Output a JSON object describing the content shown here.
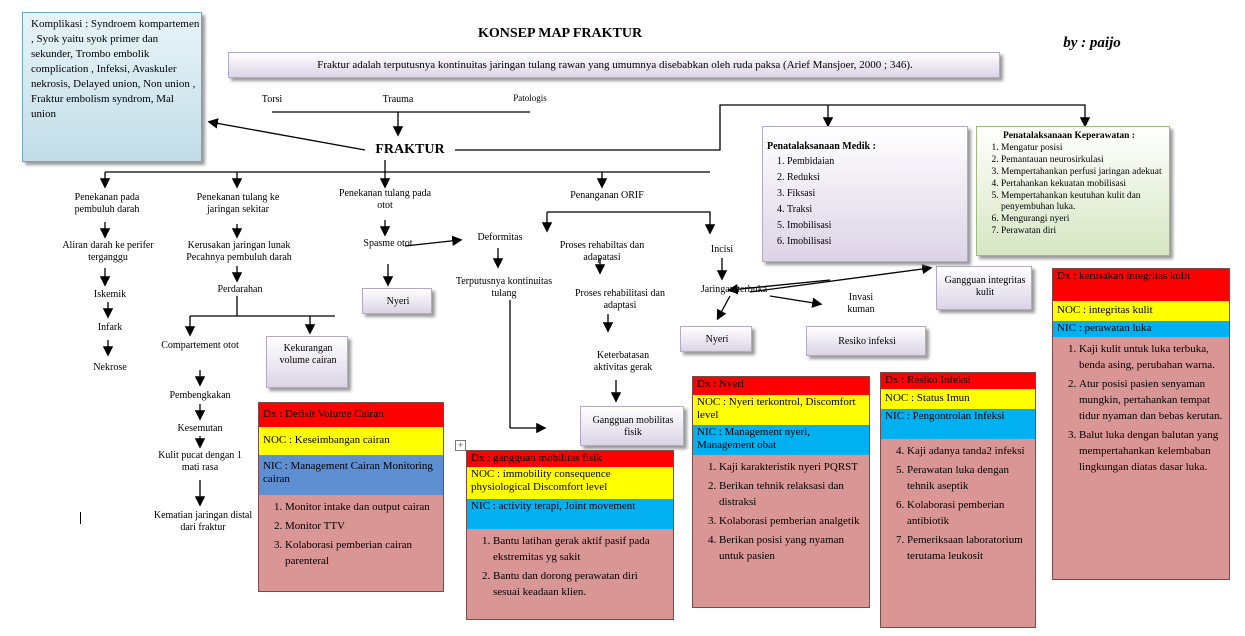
{
  "title": "KONSEP MAP FRAKTUR",
  "author": "by : paijo",
  "definition": "Fraktur adalah terputusnya kontinuitas jaringan tulang rawan yang umumnya disebabkan oleh ruda paksa (Arief Mansjoer, 2000 ; 346).",
  "complications": {
    "text": "Komplikasi : Syndroem kompartemen , Syok yaitu syok primer dan sekunder, Trombo embolik complication , Infeksi, Avaskuler nekrosis, Delayed union, Non union , Fraktur embolism syndrom, Mal union"
  },
  "causes": {
    "torsi": "Torsi",
    "trauma": "Trauma",
    "patologis": "Patologis"
  },
  "center": "FRAKTUR",
  "branch1": [
    "Penekanan pada pembuluh darah",
    "Aliran darah ke perifer terganggu",
    "Iskemik",
    "Infark",
    "Nekrose"
  ],
  "branch2": {
    "head": "Penekanan tulang ke jaringan sekitar",
    "b": "Kerusakan jaringan lunak Pecahnya pembuluh darah",
    "c": "Perdarahan",
    "kekurangan": "Kekurangan volume cairan",
    "chain": [
      "Compartement otot",
      "Pembengkakan",
      "Kesemutan",
      "Kulit pucat dengan 1 mati rasa",
      "Kematian jaringan distal dari fraktur"
    ]
  },
  "branch3": {
    "head": "Penekanan tulang pada otot",
    "spasme": "Spasme otot",
    "nyeri": "Nyeri",
    "deformitas": "Deformitas",
    "terputus": "Terputusnya kontinuitas tulang"
  },
  "branch4": {
    "head": "Penanganan ORIF",
    "rehab1": "Proses rehabiltas dan adapatasi",
    "rehab2": "Proses rehabilitasi dan adaptasi",
    "keterbatasan": "Keterbatasan aktivitas gerak",
    "gangguan_mobilitas": "Gangguan mobilitas fisik",
    "insisi": "Incisi",
    "jaringan": "Jaringan terbuka",
    "invasi": "Invasi kuman",
    "nyeri": "Nyeri",
    "resiko": "Resiko infeksi",
    "gangguan_integritas": "Gangguan integritas kulit"
  },
  "medik": {
    "title": "Penatalaksanaan Medik :",
    "items": [
      "Pembidaian",
      "Reduksi",
      "Fiksasi",
      "Traksi",
      "Imobilisasi",
      "Imobilisasi"
    ]
  },
  "keperawatan": {
    "title": "Penatalaksanaan Keperawatan :",
    "items": [
      "Mengatur posisi",
      "Pemantauan neurosirkulasi",
      "Mempertahankan perfusi jaringan adekuat",
      "Pertahankan kekuatan mobilisasi",
      "Mempertahankan keutuhan kulit dan penyembuhan luka.",
      "Mengurangi nyeri",
      "Perawatan diri"
    ]
  },
  "care1": {
    "dx": "Dx : Defisit Volume Cairan",
    "noc": "NOC : Keseimbangan cairan",
    "nic": "NIC : Management Cairan Monitoring cairan",
    "items": [
      "Monitor intake dan output cairan",
      "Monitor TTV",
      "Kolaborasi pemberian cairan parenteral"
    ]
  },
  "care2": {
    "dx": "Dx : gangguan mobilitas fisik",
    "noc": "NOC : immobility consequence physiological Discomfort level",
    "nic": "NIC : activity terapi, Joint movement",
    "items": [
      "Bantu latihan gerak aktif pasif pada ekstremitas yg sakit",
      "Bantu dan dorong perawatan diri sesuai keadaan klien."
    ]
  },
  "care3": {
    "dx": "Dx : Nyeri",
    "noc": "NOC : Nyeri terkontrol, Discomfort level",
    "nic": "NIC : Management nyeri, Management obat",
    "items": [
      "Kaji karakteristik nyeri PQRST",
      "Berikan tehnik relaksasi dan distraksi",
      "Kolaborasi pemberian analgetik",
      "Berikan posisi yang nyaman untuk pasien"
    ]
  },
  "care4": {
    "dx": "Dx : Resiko Infeksi",
    "noc": "NOC : Status Imun",
    "nic": "NIC : Pengontrolan Infeksi",
    "items": [
      "Kaji adanya tanda2 infeksi",
      "Perawatan luka dengan tehnik aseptik",
      "Kolaborasi pemberian antibiotik",
      "Pemeriksaan laboratorium terutama leukosit"
    ]
  },
  "care5": {
    "dx": "Dx : kerusakan integritas kulit",
    "noc": "NOC : integritas kulit",
    "nic": "NIC : perawatan luka",
    "items": [
      "Kaji kulit untuk luka terbuka, benda asing, perubahan warna.",
      "Atur posisi pasien senyaman mungkin, pertahankan tempat tidur nyaman dan bebas kerutan.",
      "Balut luka dengan balutan yang mempertahankan kelembaban lingkungan diatas dasar luka."
    ]
  }
}
